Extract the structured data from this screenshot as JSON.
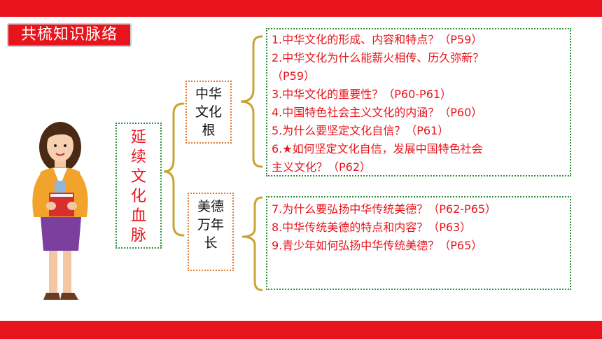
{
  "title": "共梳知识脉络",
  "main_topic": [
    "延",
    "续",
    "文",
    "化",
    "血",
    "脉"
  ],
  "branches": [
    {
      "label": [
        "中华",
        "文化",
        "根"
      ],
      "items": [
        "1.中华文化的形成、内容和特点？（P59）",
        "2.中华文化为什么能薪火相传、历久弥新？",
        "（P59）",
        "3.中华文化的重要性？（P60-P61）",
        "4.中国特色社会主义文化的内涵？（P60）",
        "5.为什么要坚定文化自信？（P61）",
        "6.★如何坚定文化自信，发展中国特色社会",
        "主义文化？（P62）"
      ]
    },
    {
      "label": [
        "美德",
        "万年",
        "长"
      ],
      "items": [
        "7.为什么要弘扬中华传统美德？（P62-P65）",
        "8.中华传统美德的特点和内容？（P63）",
        "9.青少年如何弘扬中华传统美德？（P65）"
      ]
    }
  ],
  "colors": {
    "accent": "#e8141c",
    "frame_green": "#2f8f3a",
    "frame_orange": "#e5772a",
    "brace": "#c8a438"
  }
}
